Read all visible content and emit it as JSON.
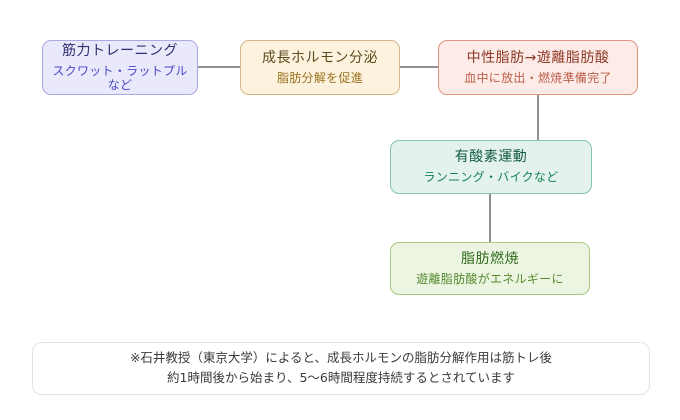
{
  "diagram": {
    "background": "#ffffff",
    "connector_color": "#919191",
    "nodes": [
      {
        "id": "strength-training",
        "title": "筋力トレーニング",
        "subtitle": "スクワット・ラットプルなど",
        "bg": "#e9e9fb",
        "border": "#a9a9e2",
        "title_color": "#303070",
        "subtitle_color": "#4848c8"
      },
      {
        "id": "growth-hormone-secretion",
        "title": "成長ホルモン分泌",
        "subtitle": "脂肪分解を促進",
        "bg": "#fcf2dd",
        "border": "#d3b887",
        "title_color": "#5d4a1e",
        "subtitle_color": "#9a721f"
      },
      {
        "id": "triglyceride-to-free-fatty-acid",
        "title": "中性脂肪→遊離脂肪酸",
        "subtitle": "血中に放出・燃焼準備完了",
        "bg": "#fcebe7",
        "border": "#e29384",
        "title_color": "#8f3826",
        "subtitle_color": "#bc5f4a"
      },
      {
        "id": "aerobic-exercise",
        "title": "有酸素運動",
        "subtitle": "ランニング・バイクなど",
        "bg": "#e3f2ec",
        "border": "#86c3ad",
        "title_color": "#145c44",
        "subtitle_color": "#158255"
      },
      {
        "id": "fat-burning",
        "title": "脂肪燃焼",
        "subtitle": "遊離脂肪酸がエネルギーに",
        "bg": "#ecf5e1",
        "border": "#a8ca86",
        "title_color": "#2f6b1e",
        "subtitle_color": "#568b2f"
      }
    ],
    "note": {
      "line1": "※石井教授（東京大学）によると、成長ホルモンの脂肪分解作用は筋トレ後",
      "line2": "約1時間後から始まり、5～6時間程度持続するとされています"
    }
  }
}
